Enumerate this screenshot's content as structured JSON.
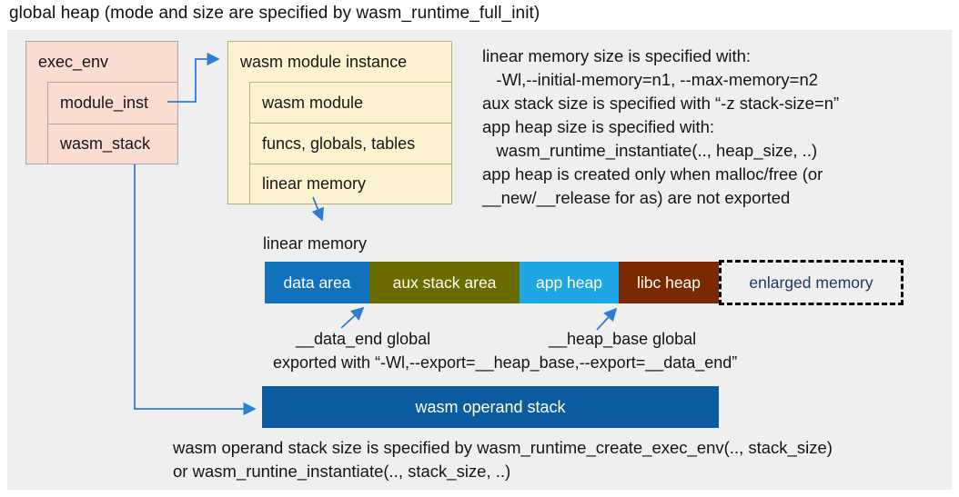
{
  "title": "global heap (mode and size are specified by wasm_runtime_full_init)",
  "colors": {
    "panel_bg": "#f0efef",
    "struct_pink": "#fbdcd1",
    "struct_cream": "#fdf2cf",
    "arrow_blue": "#2d7dd2",
    "navy_text": "#1f3864",
    "operand_bar": "#0b5c9e"
  },
  "exec_env": {
    "header": "exec_env",
    "fields": [
      "module_inst",
      "wasm_stack"
    ]
  },
  "module_instance": {
    "header": "wasm module instance",
    "fields": [
      "wasm module",
      "funcs, globals, tables",
      "linear memory"
    ]
  },
  "notes_right": {
    "lines": [
      "linear memory size is specified with:",
      "   -Wl,--initial-memory=n1, --max-memory=n2",
      "aux stack size is specified with “-z stack-size=n”",
      "app heap size is specified with:",
      "   wasm_runtime_instantiate(.., heap_size, ..)",
      "app heap is created only when malloc/free (or",
      "__new/__release for as) are not exported"
    ]
  },
  "linear_memory": {
    "label": "linear memory",
    "segments": [
      {
        "label": "data area",
        "color": "#1171ba"
      },
      {
        "label": "aux stack area",
        "color": "#6a6c00"
      },
      {
        "label": "app heap",
        "color": "#1ea6e6"
      },
      {
        "label": "libc heap",
        "color": "#7b2900"
      },
      {
        "label": "enlarged memory",
        "color": "transparent"
      }
    ],
    "annotations": {
      "data_end": "__data_end global",
      "heap_base": "__heap_base global",
      "exported": "exported with “-Wl,--export=__heap_base,--export=__data_end”"
    }
  },
  "operand_stack": {
    "label": "wasm operand stack",
    "notes": [
      "wasm operand stack size is specified by wasm_runtime_create_exec_env(.., stack_size)",
      "or wasm_runtine_instantiate(.., stack_size, ..)"
    ]
  }
}
